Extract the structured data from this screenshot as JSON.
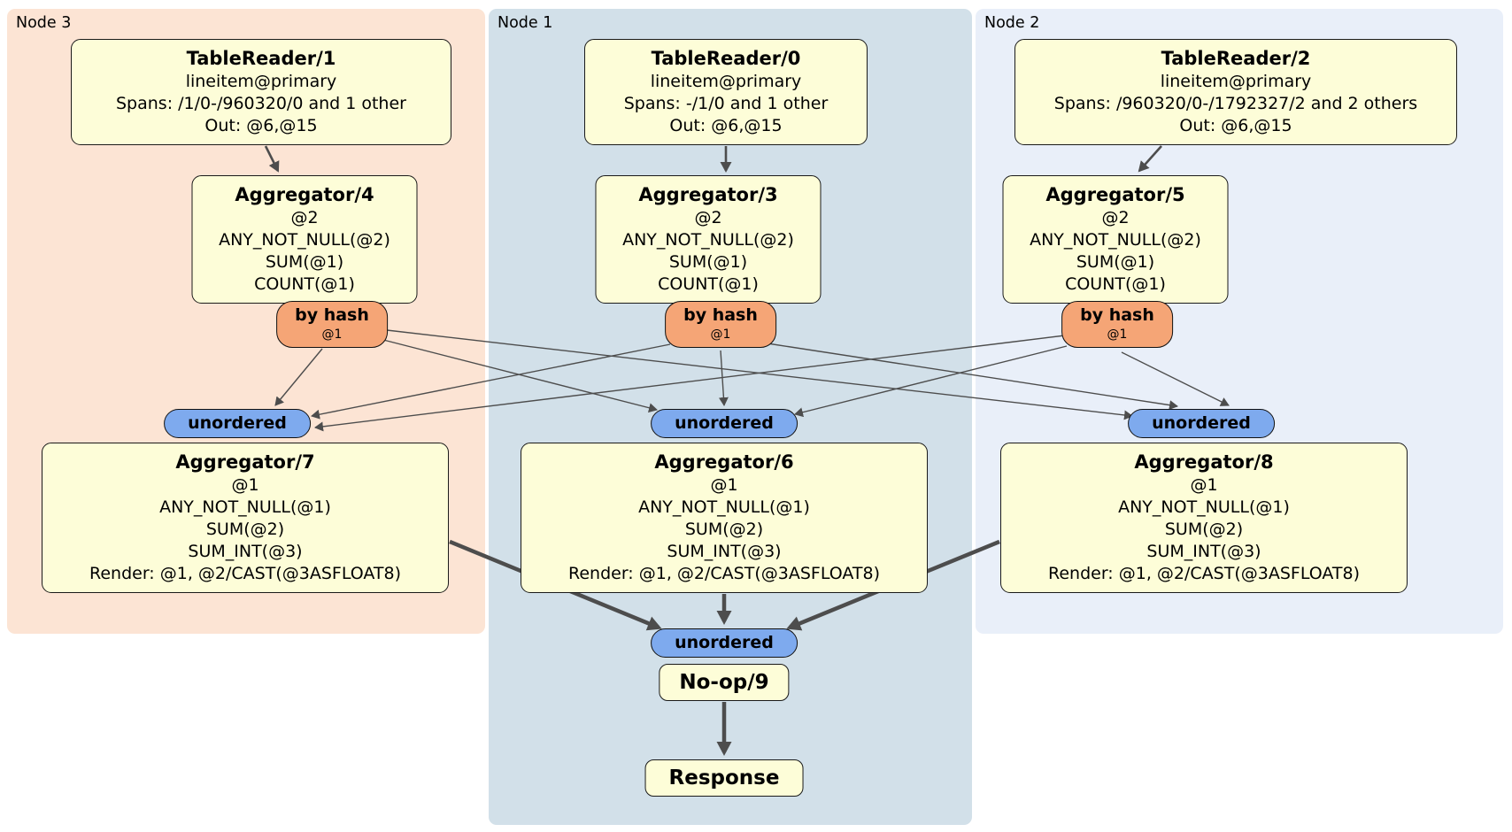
{
  "panels": {
    "node3": {
      "label": "Node 3"
    },
    "node1": {
      "label": "Node 1"
    },
    "node2": {
      "label": "Node 2"
    }
  },
  "processors": {
    "tr1": {
      "title": "TableReader/1",
      "lines": [
        "lineitem@primary",
        "Spans: /1/0-/960320/0 and 1 other",
        "Out: @6,@15"
      ]
    },
    "tr0": {
      "title": "TableReader/0",
      "lines": [
        "lineitem@primary",
        "Spans: -/1/0 and 1 other",
        "Out: @6,@15"
      ]
    },
    "tr2": {
      "title": "TableReader/2",
      "lines": [
        "lineitem@primary",
        "Spans: /960320/0-/1792327/2 and 2 others",
        "Out: @6,@15"
      ]
    },
    "agg4": {
      "title": "Aggregator/4",
      "lines": [
        "@2",
        "ANY_NOT_NULL(@2)",
        "SUM(@1)",
        "COUNT(@1)"
      ]
    },
    "agg3": {
      "title": "Aggregator/3",
      "lines": [
        "@2",
        "ANY_NOT_NULL(@2)",
        "SUM(@1)",
        "COUNT(@1)"
      ]
    },
    "agg5": {
      "title": "Aggregator/5",
      "lines": [
        "@2",
        "ANY_NOT_NULL(@2)",
        "SUM(@1)",
        "COUNT(@1)"
      ]
    },
    "agg7": {
      "title": "Aggregator/7",
      "lines": [
        "@1",
        "ANY_NOT_NULL(@1)",
        "SUM(@2)",
        "SUM_INT(@3)",
        "Render: @1, @2/CAST(@3ASFLOAT8)"
      ]
    },
    "agg6": {
      "title": "Aggregator/6",
      "lines": [
        "@1",
        "ANY_NOT_NULL(@1)",
        "SUM(@2)",
        "SUM_INT(@3)",
        "Render: @1, @2/CAST(@3ASFLOAT8)"
      ]
    },
    "agg8": {
      "title": "Aggregator/8",
      "lines": [
        "@1",
        "ANY_NOT_NULL(@1)",
        "SUM(@2)",
        "SUM_INT(@3)",
        "Render: @1, @2/CAST(@3ASFLOAT8)"
      ]
    },
    "noop": {
      "title": "No-op/9"
    },
    "response": {
      "title": "Response"
    }
  },
  "routers": {
    "n3": {
      "label": "by hash",
      "detail": "@1"
    },
    "n1": {
      "label": "by hash",
      "detail": "@1"
    },
    "n2": {
      "label": "by hash",
      "detail": "@1"
    }
  },
  "syncs": {
    "n3": {
      "label": "unordered"
    },
    "n1": {
      "label": "unordered"
    },
    "n2": {
      "label": "unordered"
    },
    "out": {
      "label": "unordered"
    }
  },
  "edges": [
    {
      "from": "TableReader/1",
      "to": "Aggregator/4"
    },
    {
      "from": "TableReader/0",
      "to": "Aggregator/3"
    },
    {
      "from": "TableReader/2",
      "to": "Aggregator/5"
    },
    {
      "from": "Aggregator/4",
      "via": "by hash @1",
      "to": [
        "Aggregator/7",
        "Aggregator/6",
        "Aggregator/8"
      ]
    },
    {
      "from": "Aggregator/3",
      "via": "by hash @1",
      "to": [
        "Aggregator/7",
        "Aggregator/6",
        "Aggregator/8"
      ]
    },
    {
      "from": "Aggregator/5",
      "via": "by hash @1",
      "to": [
        "Aggregator/7",
        "Aggregator/6",
        "Aggregator/8"
      ]
    },
    {
      "from": "Aggregator/7",
      "via": "unordered",
      "to": "No-op/9"
    },
    {
      "from": "Aggregator/6",
      "via": "unordered",
      "to": "No-op/9"
    },
    {
      "from": "Aggregator/8",
      "via": "unordered",
      "to": "No-op/9"
    },
    {
      "from": "No-op/9",
      "to": "Response"
    }
  ],
  "colors": {
    "node3_panel": "#fce4d4",
    "node1_panel": "#d2e0e9",
    "node2_panel": "#e9eff9",
    "processor_fill": "#fdfdd8",
    "router_fill": "#f5a576",
    "sync_fill": "#7eaaee",
    "arrow": "#4d4d4d"
  }
}
